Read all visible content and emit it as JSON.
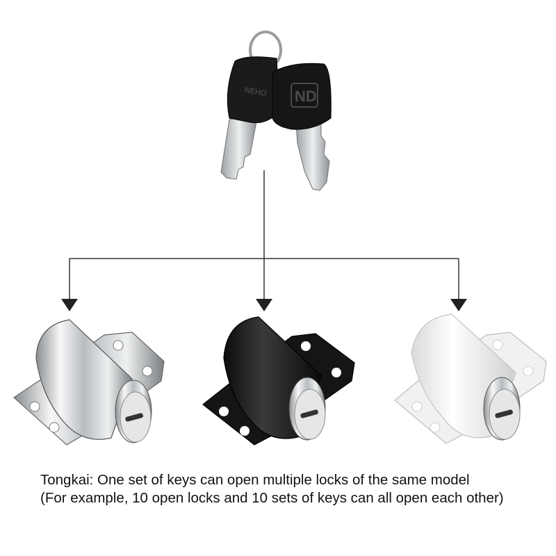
{
  "keys": {
    "brand_mark": "ND",
    "fob_text": "NEHO"
  },
  "locks": [
    {
      "finish": "chrome",
      "color": "#d9dcdf"
    },
    {
      "finish": "black",
      "color": "#1c1c1c"
    },
    {
      "finish": "white",
      "color": "#f2f2f2"
    }
  ],
  "caption": {
    "line1": "Tongkai: One set of keys can open multiple locks of the same model",
    "line2": "(For example, 10 open locks and 10 sets of keys can all open each other)"
  }
}
